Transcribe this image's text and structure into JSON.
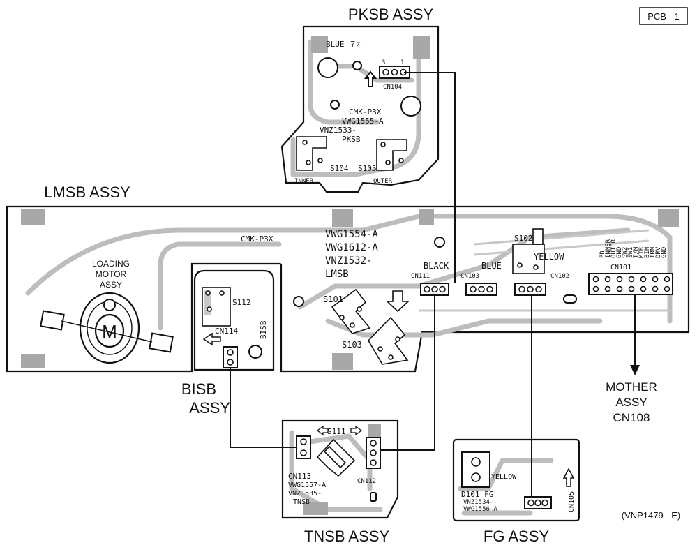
{
  "header": {
    "page_ref": "PCB - 1"
  },
  "footer": {
    "doc_code": "(VNP1479 - E)"
  },
  "assemblies": {
    "pksb": {
      "title": "PKSB  ASSY",
      "color_label": "BLUE ７ｵ",
      "part_lines": [
        "CMK-P3X",
        "VWG1555-A",
        "VNZ1533-",
        "PKSB"
      ],
      "switches": [
        "S104",
        "S105"
      ],
      "switch_captions": [
        "INNER",
        "OUTER"
      ],
      "connector": {
        "name": "CN104",
        "pin_left": "3",
        "pin_right": "1"
      }
    },
    "lmsb": {
      "title": "LMSB  ASSY",
      "part_code": "CMK-P3X",
      "part_lines": [
        "VWG1554-A",
        "VWG1612-A",
        "VNZ1532-",
        "LMSB"
      ],
      "motor_label": [
        "LOADING",
        "MOTOR",
        "ASSY"
      ],
      "motor_symbol": "M",
      "switches": [
        "S101",
        "S103",
        "S102"
      ],
      "color_labels": [
        "BLACK",
        "BLUE",
        "YELLOW"
      ],
      "connectors": [
        "CN111",
        "CN103",
        "CN102",
        "CN101"
      ],
      "cn101_pin_names": [
        "PD",
        "INNER",
        "OUTER",
        "GND",
        "SW2",
        "SW1",
        "T/M",
        "MTR",
        "BIN",
        "TRN",
        "DRV",
        "GND"
      ]
    },
    "bisb": {
      "title_lines": [
        "BISB",
        "ASSY"
      ],
      "board_label": "BISB",
      "switch": "S112",
      "connector": "CN114"
    },
    "tnsb": {
      "title": "TNSB  ASSY",
      "switch": "S111",
      "connectors": [
        "CN113",
        "CN112"
      ],
      "part_lines": [
        "VWG1557-A",
        "VNZ1535-",
        "TNSB"
      ]
    },
    "fg": {
      "title": "FG  ASSY",
      "part_lines": [
        "D101  FG",
        "VNZ1534-",
        "VWG1556-A"
      ],
      "color_label": "YELLOW",
      "connector": "CN105"
    },
    "mother": {
      "label_lines": [
        "MOTHER",
        "ASSY",
        "CN108"
      ]
    }
  }
}
